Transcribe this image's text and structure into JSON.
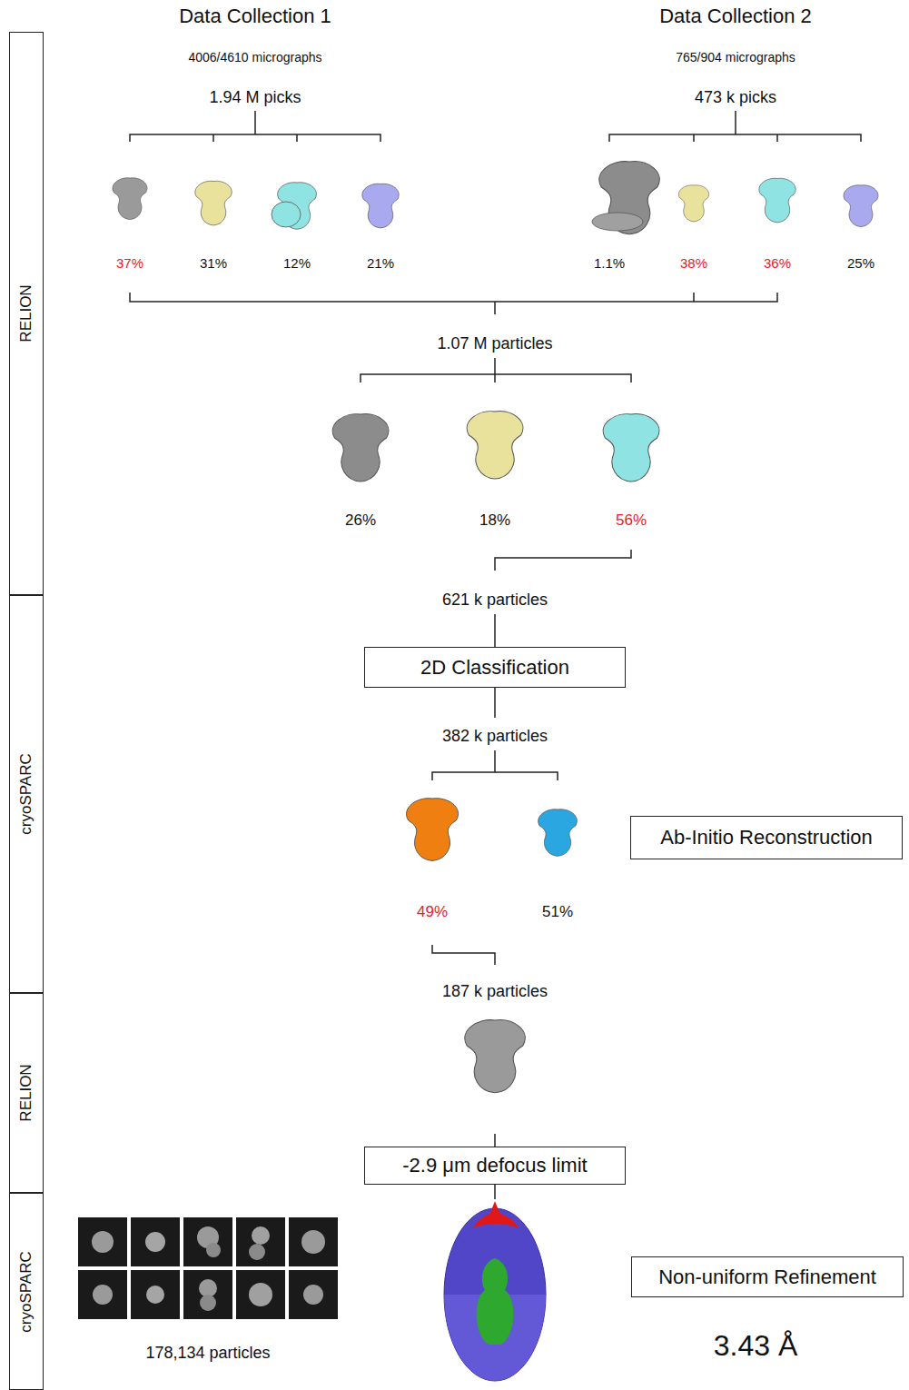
{
  "diagram": {
    "nodes": [
      {
        "text": [
          "RELION"
        ]
      },
      {
        "text": [
          "cryoSPARC"
        ]
      },
      {
        "text": [
          "RELION"
        ]
      },
      {
        "text": [
          "cryoSPARC"
        ]
      },
      {
        "text": [
          "2D Classification"
        ]
      },
      {
        "text": [
          "Ab-Initio Reconstruction"
        ]
      },
      {
        "text": [
          "-2.9 μm defocus limit"
        ]
      },
      {
        "text": [
          "Non-uniform Refinement"
        ]
      }
    ],
    "labels": [
      "Data Collection 1",
      "Data Collection 2",
      "4006/4610 micrographs",
      "765/904 micrographs",
      "1.94 M picks",
      "473 k picks",
      "37%",
      "31%",
      "12%",
      "21%",
      "1.1%",
      "38%",
      "36%",
      "25%",
      "1.07 M particles",
      "26%",
      "18%",
      "56%",
      "621 k particles",
      "382 k particles",
      "49%",
      "51%",
      "187 k particles",
      "178,134 particles",
      "3.43 Å"
    ]
  }
}
